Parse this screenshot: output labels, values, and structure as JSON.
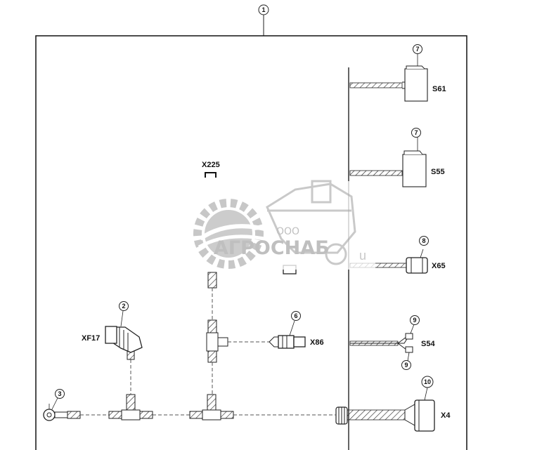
{
  "callouts": {
    "assembly": "1",
    "connector_xf17": "2",
    "ring_terminal": "3",
    "connector_x86": "6",
    "switch_s61": "7",
    "switch_s55": "7",
    "connector_x65": "8",
    "switch_s54_top": "9",
    "switch_s54_bottom": "9",
    "connector_x4": "10"
  },
  "labels": {
    "s61": "S61",
    "s55": "S55",
    "x225": "X225",
    "x65": "X65",
    "xf17": "XF17",
    "x86": "X86",
    "s54": "S54",
    "x4": "X4",
    "stray": "u"
  },
  "watermark": {
    "company_prefix": "ООО",
    "company_name": "АГРОСНАБ",
    "color": "#b9b9b9"
  }
}
